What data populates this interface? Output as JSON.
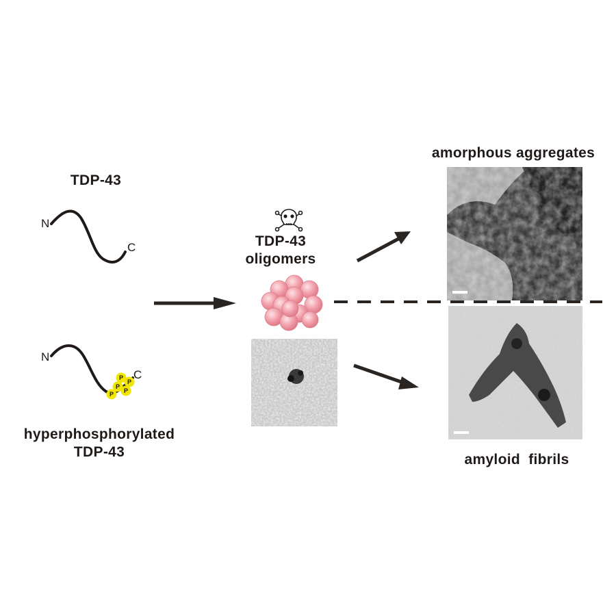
{
  "left": {
    "protein_title": "TDP-43",
    "n_terminus": "N",
    "c_terminus": "C",
    "phospho_mark": "P",
    "phospho_title_line1": "hyperphosphorylated",
    "phospho_title_line2": "TDP-43"
  },
  "center": {
    "toxicity_icon": "skull-crossbones-icon",
    "oligomer_line1": "TDP-43",
    "oligomer_line2": "oligomers"
  },
  "right": {
    "upper_title": "amorphous aggregates",
    "lower_title": "amyloid  fibrils"
  },
  "colors": {
    "arrow": "#2b2522",
    "strand": "#1f1a17",
    "phospho": "#f2e600",
    "oligomer": "#f3a2ad"
  }
}
